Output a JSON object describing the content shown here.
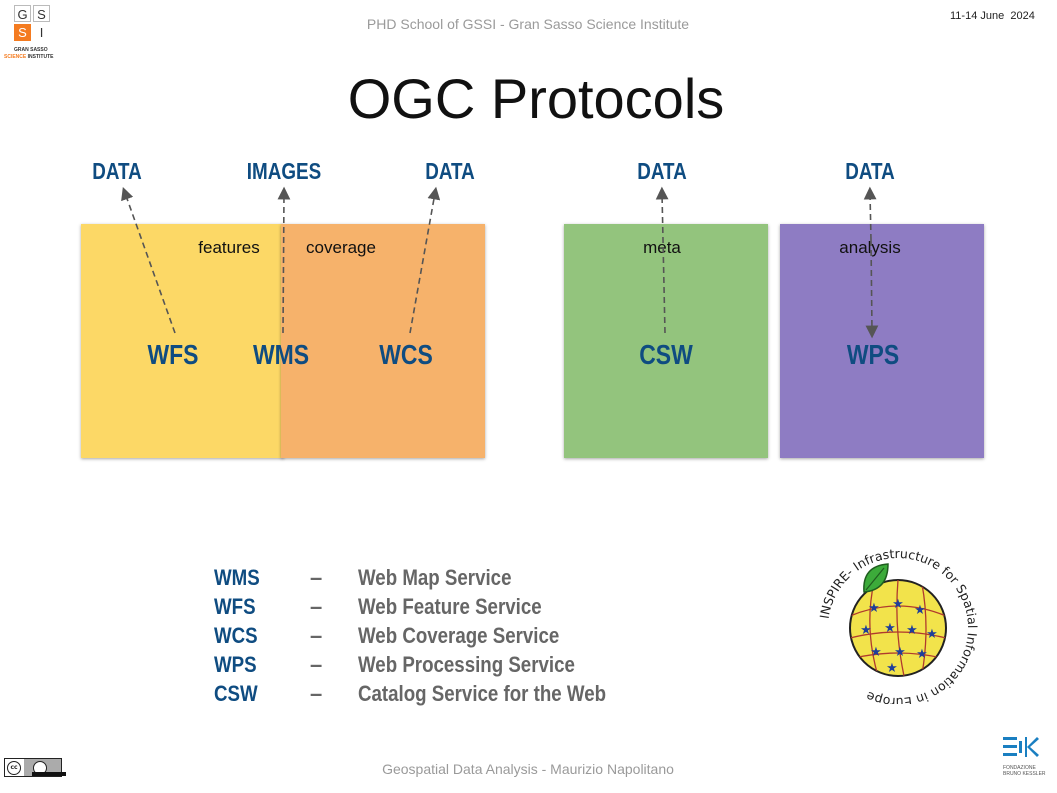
{
  "logo": {
    "cells": [
      "G",
      "S",
      "S",
      "I"
    ],
    "line1": "GRAN SASSO",
    "line2_a": "SCIENCE",
    "line2_b": "INSTITUTE",
    "accent": "#f47b20"
  },
  "header": {
    "subtitle": "PHD School of GSSI - Gran Sasso Science Institute",
    "date": "11-14 June  2024"
  },
  "title": "OGC Protocols",
  "diagram": {
    "colors": {
      "yellow": "#fcd866",
      "orange": "#f6b26b",
      "green": "#93c47d",
      "purple": "#8e7cc3",
      "label_blue": "#0f4c81",
      "arrow": "#555555"
    },
    "top_labels": [
      "DATA",
      "IMAGES",
      "DATA",
      "DATA",
      "DATA"
    ],
    "box_labels": [
      "features",
      "coverage",
      "meta",
      "analysis"
    ],
    "services": [
      "WFS",
      "WMS",
      "WCS",
      "CSW",
      "WPS"
    ]
  },
  "legend": [
    {
      "abbr": "WMS",
      "dash": "–",
      "name": "Web Map Service"
    },
    {
      "abbr": "WFS",
      "dash": "–",
      "name": "Web Feature Service"
    },
    {
      "abbr": "WCS",
      "dash": "–",
      "name": "Web Coverage Service"
    },
    {
      "abbr": "WPS",
      "dash": "–",
      "name": "Web Processing Service"
    },
    {
      "abbr": "CSW",
      "dash": "–",
      "name": "Catalog Service for the Web"
    }
  ],
  "inspire_logo": {
    "text": "INSPIRE- Infrastructure for Spatial Information in Europe"
  },
  "footer": {
    "text": "Geospatial Data Analysis - Maurizio Napolitano",
    "license_icon": "cc-by-icon",
    "fbk_line1": "FONDAZIONE",
    "fbk_line2": "BRUNO KESSLER"
  }
}
